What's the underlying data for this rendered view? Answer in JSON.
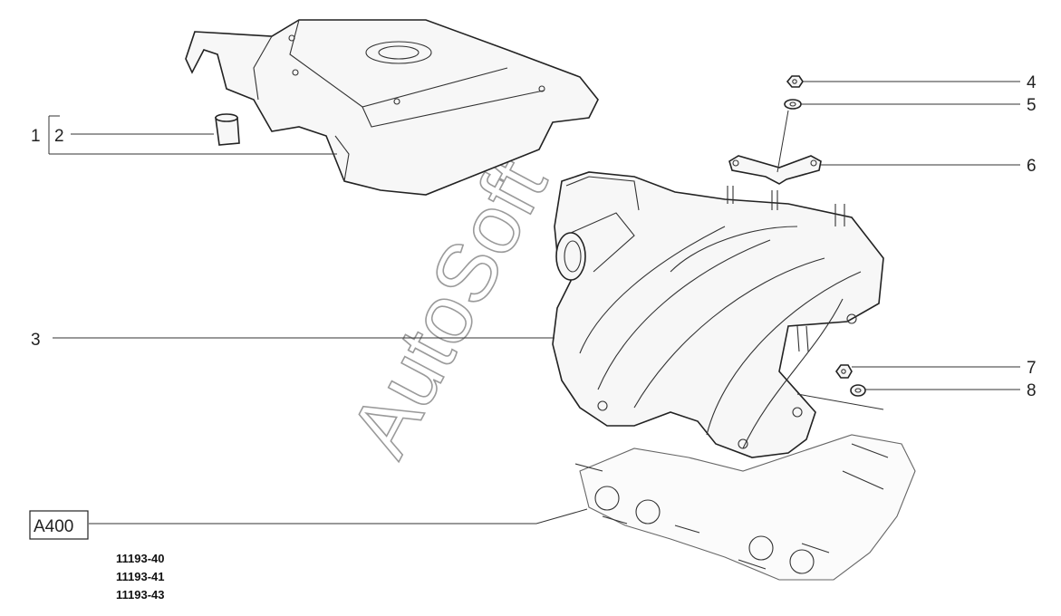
{
  "callouts": {
    "c1": "1",
    "c2": "2",
    "c3": "3",
    "c4": "4",
    "c5": "5",
    "c6": "6",
    "c7": "7",
    "c8": "8"
  },
  "reference_box": "A400",
  "models": [
    "11193-40",
    "11193-41",
    "11193-43"
  ],
  "watermark": "AutoSoft"
}
